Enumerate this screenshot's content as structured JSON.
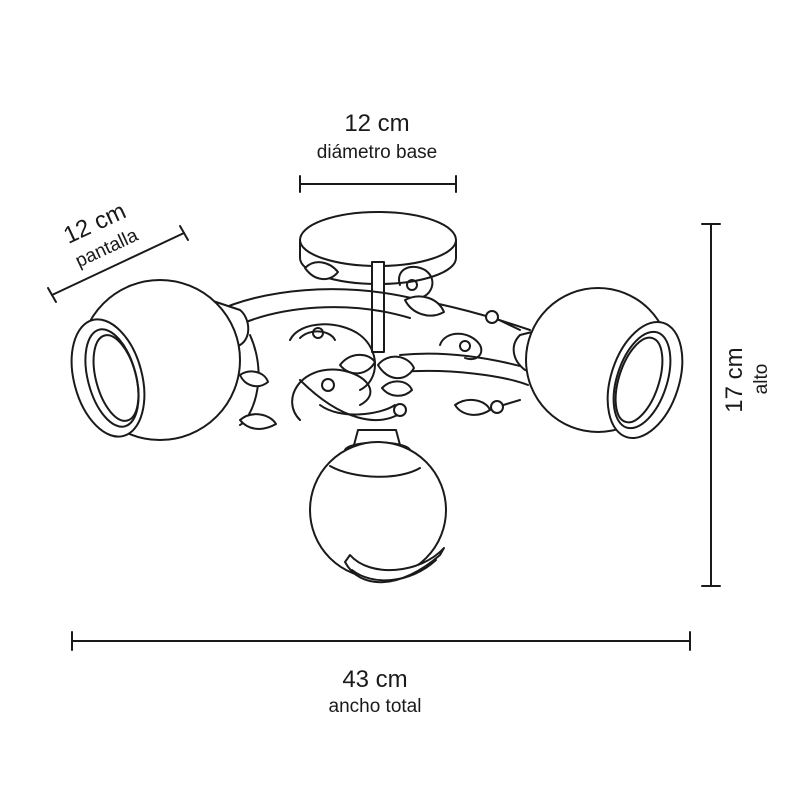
{
  "dimensions": {
    "base": {
      "value": "12 cm",
      "caption": "diámetro base"
    },
    "shade": {
      "value": "12 cm",
      "caption": "pantalla"
    },
    "height": {
      "value": "17 cm",
      "caption": "alto"
    },
    "width": {
      "value": "43 cm",
      "caption": "ancho total"
    }
  },
  "colors": {
    "line": "#1a1a1a",
    "background": "#ffffff"
  }
}
